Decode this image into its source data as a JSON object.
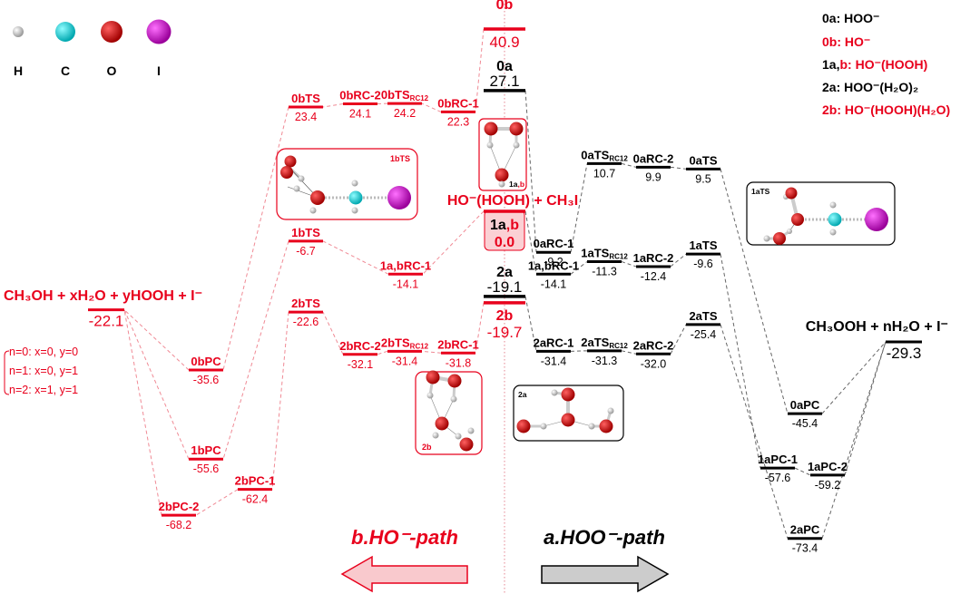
{
  "atom_legend": [
    {
      "symbol": "H",
      "color": "#d9d9d9"
    },
    {
      "symbol": "C",
      "color": "#00d8d8"
    },
    {
      "symbol": "O",
      "color": "#e00000"
    },
    {
      "symbol": "I",
      "color": "#d600d6"
    }
  ],
  "species_legend": [
    {
      "key": "0a",
      "text": ": HOO⁻",
      "color": "#000000"
    },
    {
      "key": "0b",
      "text": ": HO⁻",
      "color": "#e8001c"
    },
    {
      "key": "1a,b",
      "text": ": HO⁻(HOOH)",
      "color": "mixed"
    },
    {
      "key": "2a",
      "text": ": HOO⁻(H₂O)₂",
      "color": "#000000"
    },
    {
      "key": "2b",
      "text": ": HO⁻(HOOH)(H₂O)",
      "color": "#e8001c"
    }
  ],
  "colors": {
    "path_a": "#000000",
    "path_b": "#e8001c",
    "b_fill": "#f9c9cd",
    "a_fill": "#cccccc"
  },
  "reactant_label": "HO⁻(HOOH) + CH₃I",
  "product_a_label": "CH₃OOH + nH₂O + I⁻",
  "product_b_label": "CH₃OH + xH₂O + yHOOH + I⁻",
  "n_definitions": [
    "n=0: x=0, y=0",
    "n=1: x=0, y=1",
    "n=2: x=1, y=1"
  ],
  "path_titles": {
    "b": "b.HO⁻-path",
    "a": "a.HOO⁻-path"
  },
  "structure_labels": {
    "1bTS": "1bTS",
    "1aTS": "1aTS",
    "1ab": "1a,b",
    "2a": "2a",
    "2b": "2b"
  },
  "chart_data": {
    "type": "energy-profile",
    "units": "kcal/mol",
    "levels": [
      {
        "id": "0b",
        "label": "0b",
        "energy": 40.9,
        "path": "b"
      },
      {
        "id": "0a",
        "label": "0a",
        "energy": 27.1,
        "path": "a"
      },
      {
        "id": "1ab",
        "label": "1a,b",
        "energy": 0.0,
        "path": "both"
      },
      {
        "id": "2a",
        "label": "2a",
        "energy": -19.1,
        "path": "a"
      },
      {
        "id": "2b",
        "label": "2b",
        "energy": -19.7,
        "path": "b"
      },
      {
        "id": "0bTS",
        "label": "0bTS",
        "energy": 23.4,
        "path": "b"
      },
      {
        "id": "0bRC-2",
        "label": "0bRC-2",
        "energy": 24.1,
        "path": "b"
      },
      {
        "id": "0bTSRC12",
        "label": "0bTS",
        "sub": "RC12",
        "energy": 24.2,
        "path": "b"
      },
      {
        "id": "0bRC-1",
        "label": "0bRC-1",
        "energy": 22.3,
        "path": "b"
      },
      {
        "id": "1bTS",
        "label": "1bTS",
        "energy": -6.7,
        "path": "b"
      },
      {
        "id": "1abRC-1b",
        "label": "1a,bRC-1",
        "energy": -14.1,
        "path": "b"
      },
      {
        "id": "2bTS",
        "label": "2bTS",
        "energy": -22.6,
        "path": "b"
      },
      {
        "id": "2bRC-2",
        "label": "2bRC-2",
        "energy": -32.1,
        "path": "b"
      },
      {
        "id": "2bTSRC12",
        "label": "2bTS",
        "sub": "RC12",
        "energy": -31.4,
        "path": "b"
      },
      {
        "id": "2bRC-1",
        "label": "2bRC-1",
        "energy": -31.8,
        "path": "b"
      },
      {
        "id": "0bPC",
        "label": "0bPC",
        "energy": -35.6,
        "path": "b"
      },
      {
        "id": "1bPC",
        "label": "1bPC",
        "energy": -55.6,
        "path": "b"
      },
      {
        "id": "2bPC-1",
        "label": "2bPC-1",
        "energy": -62.4,
        "path": "b"
      },
      {
        "id": "2bPC-2",
        "label": "2bPC-2",
        "energy": -68.2,
        "path": "b"
      },
      {
        "id": "Pb",
        "label": "CH₃OH + xH₂O + yHOOH + I⁻",
        "energy": -22.1,
        "path": "b"
      },
      {
        "id": "0aRC-1",
        "label": "0aRC-1",
        "energy": -9.2,
        "path": "a"
      },
      {
        "id": "0aTSRC12",
        "label": "0aTS",
        "sub": "RC12",
        "energy": 10.7,
        "path": "a"
      },
      {
        "id": "0aRC-2",
        "label": "0aRC-2",
        "energy": 9.9,
        "path": "a"
      },
      {
        "id": "0aTS",
        "label": "0aTS",
        "energy": 9.5,
        "path": "a"
      },
      {
        "id": "1abRC-1a",
        "label": "1a,bRC-1",
        "energy": -14.1,
        "path": "a"
      },
      {
        "id": "1aTSRC12",
        "label": "1aTS",
        "sub": "RC12",
        "energy": -11.3,
        "path": "a"
      },
      {
        "id": "1aRC-2",
        "label": "1aRC-2",
        "energy": -12.4,
        "path": "a"
      },
      {
        "id": "1aTS",
        "label": "1aTS",
        "energy": -9.6,
        "path": "a"
      },
      {
        "id": "2aRC-1",
        "label": "2aRC-1",
        "energy": -31.4,
        "path": "a"
      },
      {
        "id": "2aTSRC12",
        "label": "2aTS",
        "sub": "RC12",
        "energy": -31.3,
        "path": "a"
      },
      {
        "id": "2aRC-2",
        "label": "2aRC-2",
        "energy": -32.0,
        "path": "a"
      },
      {
        "id": "2aTS",
        "label": "2aTS",
        "energy": -25.4,
        "path": "a"
      },
      {
        "id": "0aPC",
        "label": "0aPC",
        "energy": -45.4,
        "path": "a"
      },
      {
        "id": "1aPC-1",
        "label": "1aPC-1",
        "energy": -57.6,
        "path": "a"
      },
      {
        "id": "1aPC-2",
        "label": "1aPC-2",
        "energy": -59.2,
        "path": "a"
      },
      {
        "id": "2aPC",
        "label": "2aPC",
        "energy": -73.4,
        "path": "a"
      },
      {
        "id": "Pa",
        "label": "CH₃OOH + nH₂O + I⁻",
        "energy": -29.3,
        "path": "a"
      }
    ],
    "connections": [
      [
        "0b",
        "0bRC-1"
      ],
      [
        "0bRC-1",
        "0bTSRC12"
      ],
      [
        "0bTSRC12",
        "0bRC-2"
      ],
      [
        "0bRC-2",
        "0bTS"
      ],
      [
        "0bTS",
        "0bPC"
      ],
      [
        "0bPC",
        "Pb"
      ],
      [
        "1ab",
        "1abRC-1b"
      ],
      [
        "1abRC-1b",
        "1bTS"
      ],
      [
        "1bTS",
        "1bPC"
      ],
      [
        "1bPC",
        "Pb"
      ],
      [
        "2b",
        "2bRC-1"
      ],
      [
        "2bRC-1",
        "2bTSRC12"
      ],
      [
        "2bTSRC12",
        "2bRC-2"
      ],
      [
        "2bRC-2",
        "2bTS"
      ],
      [
        "2bTS",
        "2bPC-1"
      ],
      [
        "2bPC-1",
        "2bPC-2"
      ],
      [
        "2bPC-2",
        "Pb"
      ],
      [
        "0a",
        "0aRC-1"
      ],
      [
        "0aRC-1",
        "0aTSRC12"
      ],
      [
        "0aTSRC12",
        "0aRC-2"
      ],
      [
        "0aRC-2",
        "0aTS"
      ],
      [
        "0aTS",
        "0aPC"
      ],
      [
        "0aPC",
        "Pa"
      ],
      [
        "1ab",
        "1abRC-1a"
      ],
      [
        "1abRC-1a",
        "1aTSRC12"
      ],
      [
        "1aTSRC12",
        "1aRC-2"
      ],
      [
        "1aRC-2",
        "1aTS"
      ],
      [
        "1aTS",
        "1aPC-1"
      ],
      [
        "1aPC-1",
        "1aPC-2"
      ],
      [
        "1aPC-2",
        "Pa"
      ],
      [
        "2a",
        "2aRC-1"
      ],
      [
        "2aRC-1",
        "2aTSRC12"
      ],
      [
        "2aTSRC12",
        "2aRC-2"
      ],
      [
        "2aRC-2",
        "2aTS"
      ],
      [
        "2aTS",
        "2aPC"
      ],
      [
        "2aPC",
        "Pa"
      ]
    ]
  }
}
